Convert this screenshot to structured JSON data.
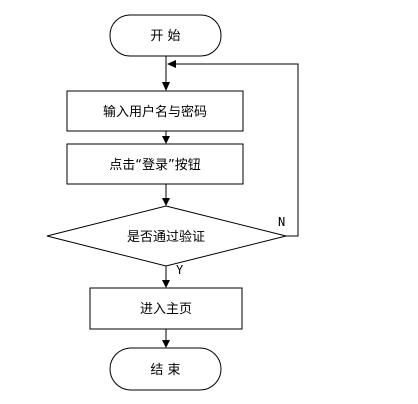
{
  "diagram": {
    "start_label": "开 始",
    "step_input": "输入用户名与密码",
    "step_click": "点击“登录”按钮",
    "decision": "是否通过验证",
    "step_home": "进入主页",
    "end_label": "结 束",
    "branch_no": "N",
    "branch_yes": "Y",
    "colors": {
      "stroke": "#000000",
      "fill": "#ffffff"
    }
  }
}
